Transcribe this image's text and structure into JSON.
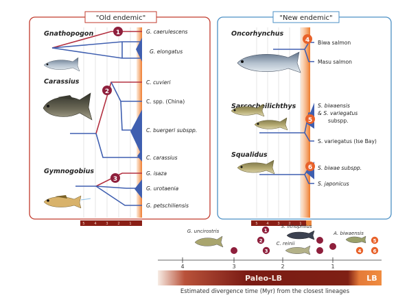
{
  "panels": {
    "old": {
      "title": "\"Old endemic\"",
      "groups": {
        "gnathopogon": "Gnathopogon",
        "carassius": "Carassius",
        "gymnogobius": "Gymnogobius"
      },
      "species": [
        "G. caerulescens",
        "G. elongatus",
        "C. cuvieri",
        "C. spp. (China)",
        "C. buergeri subspp.",
        "C. carassius",
        "G. isaza",
        "G. urotaenia",
        "G. petschiliensis"
      ],
      "scale_ticks": [
        "5",
        "4",
        "3",
        "2",
        "1"
      ]
    },
    "new": {
      "title": "\"New endemic\"",
      "groups": {
        "oncorhynchus": "Oncorhynchus",
        "sarcocheilichthys": "Sarcocheilichthys",
        "squalidus": "Squalidus"
      },
      "species": [
        "Biwa salmon",
        "Masu salmon",
        "S. biwaensis",
        "& S. variegatus",
        "subspp.",
        "S. variegatus (Ise Bay)",
        "S. biwae subspp.",
        "S. japonicus"
      ],
      "scale_ticks": [
        "5",
        "4",
        "3",
        "2",
        "1"
      ]
    }
  },
  "nodes": [
    "1",
    "2",
    "3",
    "4",
    "5",
    "6"
  ],
  "timeline": {
    "ticks": [
      "4",
      "3",
      "2",
      "1"
    ],
    "paleo_label": "Paleo-LB",
    "lb_label": "LB",
    "caption": "Estimated divergence time (Myr) from the closest lineages",
    "fossils": [
      "G. uncirostris",
      "S. lithophilus",
      "C. reinii",
      "A. biwaensis"
    ],
    "markers": [
      "1",
      "2",
      "3",
      "4",
      "5",
      "6"
    ]
  },
  "colors": {
    "old_border": "#c0392b",
    "new_border": "#4a8fc4",
    "old_nodes": "#8e1f3c",
    "new_nodes": "#e8622a",
    "blue_tree": "#3f5fb0",
    "red_tree": "#b33040",
    "bar_dark": "#6e1812",
    "bar_orange": "#e9843c"
  }
}
